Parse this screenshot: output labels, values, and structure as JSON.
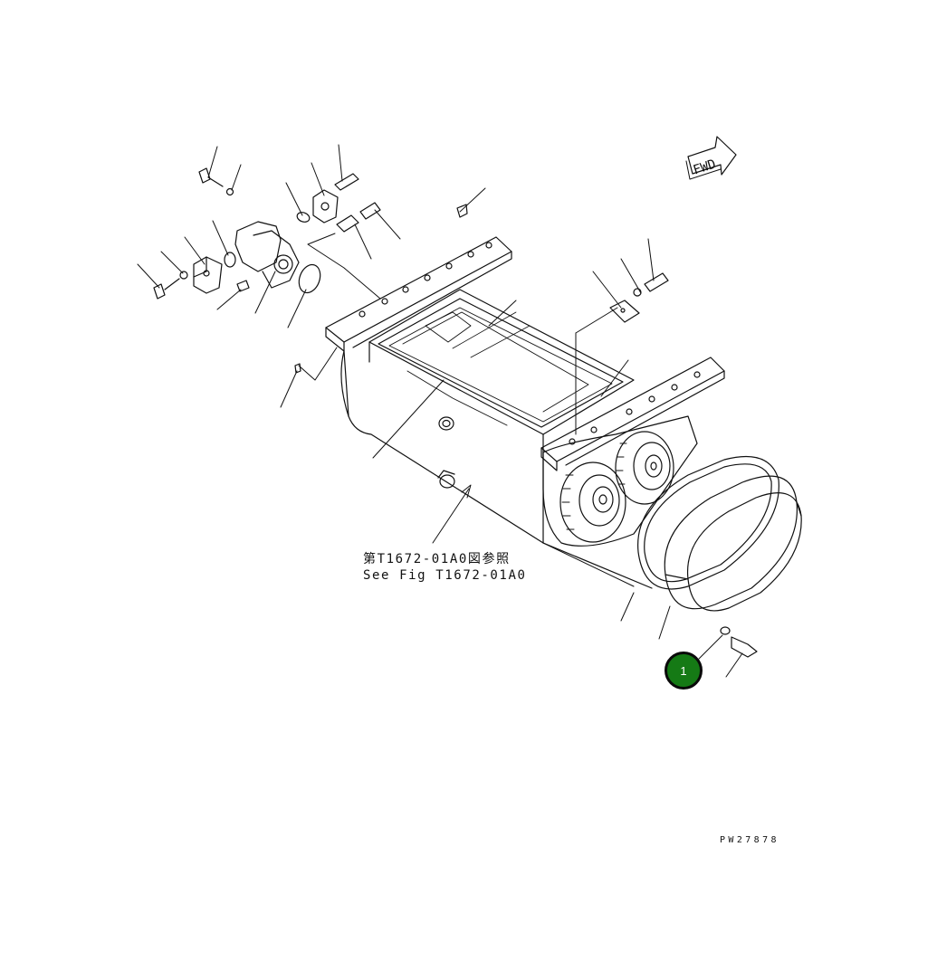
{
  "diagram": {
    "direction_indicator": "FWD",
    "reference_note": {
      "japanese": "第T1672-01A0図参照",
      "english": "See Fig T1672-01A0"
    },
    "drawing_number": "PW27878",
    "callouts": [
      {
        "number": "1",
        "color": "#157a15"
      }
    ]
  }
}
